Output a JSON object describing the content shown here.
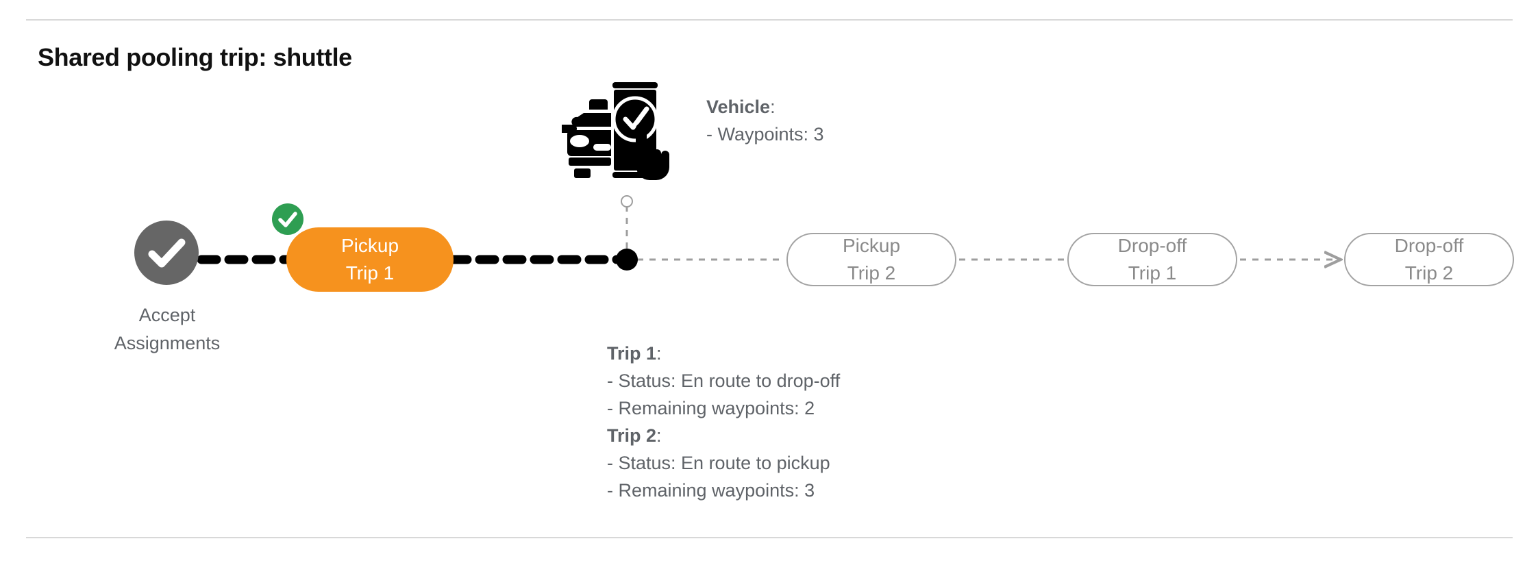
{
  "page": {
    "title": "Shared pooling trip: shuttle",
    "colors": {
      "active_node": "#F6921E",
      "completed_badge": "#2E9E52",
      "accept_node": "#666666",
      "pending_node_border": "#a3a3a3",
      "pending_node_text": "#8a8a8a",
      "annotation_text": "#5f6368",
      "title_text": "#111111",
      "rule": "#d8d8d8",
      "active_connector": "#000000",
      "pending_connector": "#9e9e9e"
    }
  },
  "flow": {
    "start_node": {
      "icon": "check-circle-icon",
      "label_line1": "Accept",
      "label_line2": "Assignments",
      "state": "completed"
    },
    "nodes": [
      {
        "id": "pickup-trip-1",
        "line1": "Pickup",
        "line2": "Trip 1",
        "state": "active",
        "badge": "check-badge-icon"
      },
      {
        "id": "pickup-trip-2",
        "line1": "Pickup",
        "line2": "Trip 2",
        "state": "pending",
        "badge": null
      },
      {
        "id": "dropoff-trip-1",
        "line1": "Drop-off",
        "line2": "Trip 1",
        "state": "pending",
        "badge": null
      },
      {
        "id": "dropoff-trip-2",
        "line1": "Drop-off",
        "line2": "Trip 2",
        "state": "pending",
        "badge": null
      }
    ]
  },
  "vehicle": {
    "icon": "car-phone-check-icon",
    "heading": "Vehicle",
    "heading_colon": ":",
    "waypoints_line": "- Waypoints: 3"
  },
  "trips": [
    {
      "heading": "Trip 1",
      "heading_colon": ":",
      "status_line": "- Status:  En route to drop-off",
      "waypoints_line": "- Remaining waypoints: 2"
    },
    {
      "heading": "Trip 2",
      "heading_colon": ":",
      "status_line": "- Status:  En route to pickup",
      "waypoints_line": "- Remaining waypoints: 3"
    }
  ]
}
